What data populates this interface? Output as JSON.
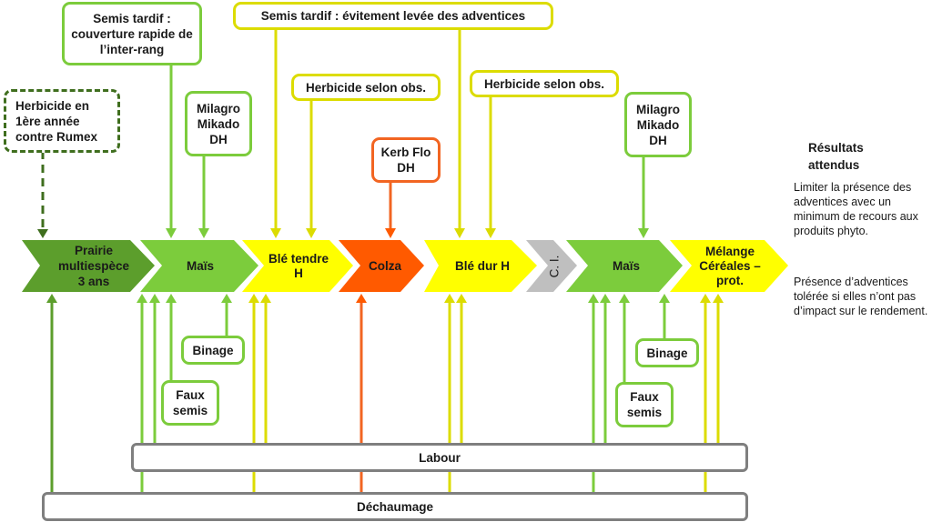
{
  "colors": {
    "dark_green": "#5c9e2c",
    "green": "#7ccc3c",
    "yellow": "#ffff00",
    "yellow_line": "#dcdc00",
    "orange": "#ff5a00",
    "gray": "#bfbfbf",
    "bar_border": "#7f7f7f"
  },
  "rotation": [
    {
      "label": "Prairie multiespèce\n3 ans",
      "color": "dark_green"
    },
    {
      "label": "Maïs",
      "color": "green"
    },
    {
      "label": "Blé tendre H",
      "color": "yellow"
    },
    {
      "label": "Colza",
      "color": "orange"
    },
    {
      "label": "Blé dur H",
      "color": "yellow"
    },
    {
      "label": "C. I.",
      "color": "gray"
    },
    {
      "label": "Maïs",
      "color": "green"
    },
    {
      "label": "Mélange Céréales –prot.",
      "color": "yellow"
    }
  ],
  "top_boxes": {
    "herbicide_rumex": "Herbicide en 1ère année contre Rumex",
    "semis_tardif_mais": "Semis tardif : couverture rapide de l’inter-rang",
    "milagro_1": "Milagro Mikado DH",
    "semis_tardif_ble": "Semis tardif : évitement  levée des adventices",
    "herbicide_obs_1": "Herbicide selon obs.",
    "kerb_flo": "Kerb Flo DH",
    "herbicide_obs_2": "Herbicide selon obs.",
    "milagro_2": "Milagro Mikado DH"
  },
  "bottom_boxes": {
    "binage_1": "Binage",
    "faux_semis_1": "Faux semis",
    "binage_2": "Binage",
    "faux_semis_2": "Faux semis",
    "labour": "Labour",
    "dechaumage": "Déchaumage"
  },
  "results": {
    "title": "Résultats attendus",
    "paragraph_1": "Limiter la présence des adventices avec un minimum  de recours aux produits phyto.",
    "paragraph_2": "Présence d’adventices tolérée si elles n’ont pas d’impact sur le rendement."
  }
}
